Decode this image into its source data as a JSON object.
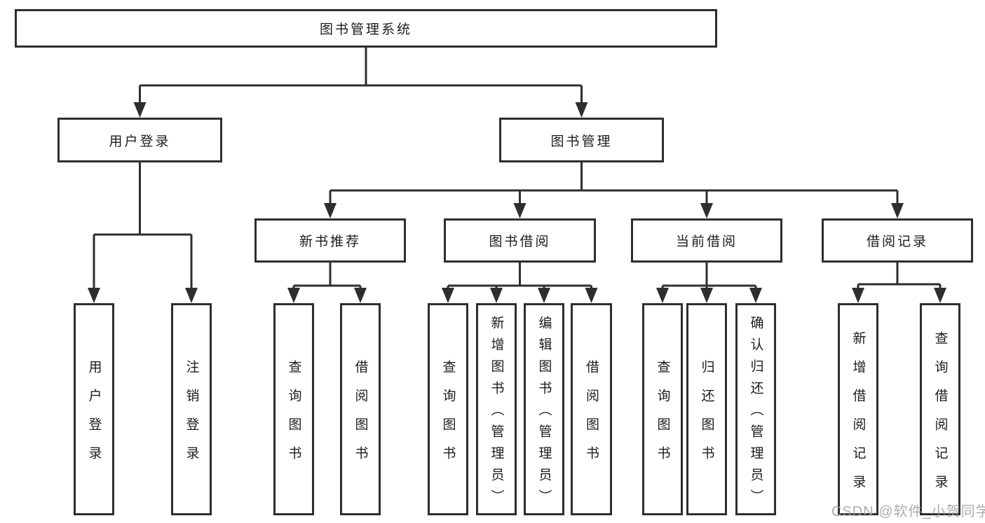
{
  "diagram": {
    "root": {
      "label": "图书管理系统"
    },
    "branches": [
      {
        "label": "用户登录",
        "children": [
          {
            "label": "用户登录"
          },
          {
            "label": "注销登录"
          }
        ]
      },
      {
        "label": "图书管理",
        "children": [
          {
            "label": "新书推荐",
            "children": [
              {
                "label": "查询图书"
              },
              {
                "label": "借阅图书"
              }
            ]
          },
          {
            "label": "图书借阅",
            "children": [
              {
                "label": "查询图书"
              },
              {
                "label": "新增图书（管理员）"
              },
              {
                "label": "编辑图书（管理员）"
              },
              {
                "label": "借阅图书"
              }
            ]
          },
          {
            "label": "当前借阅",
            "children": [
              {
                "label": "查询图书"
              },
              {
                "label": "归还图书"
              },
              {
                "label": "确认归还（管理员）"
              }
            ]
          },
          {
            "label": "借阅记录",
            "children": [
              {
                "label": "新增借阅记录"
              },
              {
                "label": "查询借阅记录"
              }
            ]
          }
        ]
      }
    ]
  },
  "watermark": {
    "text": "CSDN @软件_小贺同学"
  },
  "colors": {
    "line": "#2e2e2e",
    "box_border": "#2e2e2e",
    "text": "#1c1c1c",
    "watermark": "#9e9e9e",
    "background": "#ffffff"
  }
}
